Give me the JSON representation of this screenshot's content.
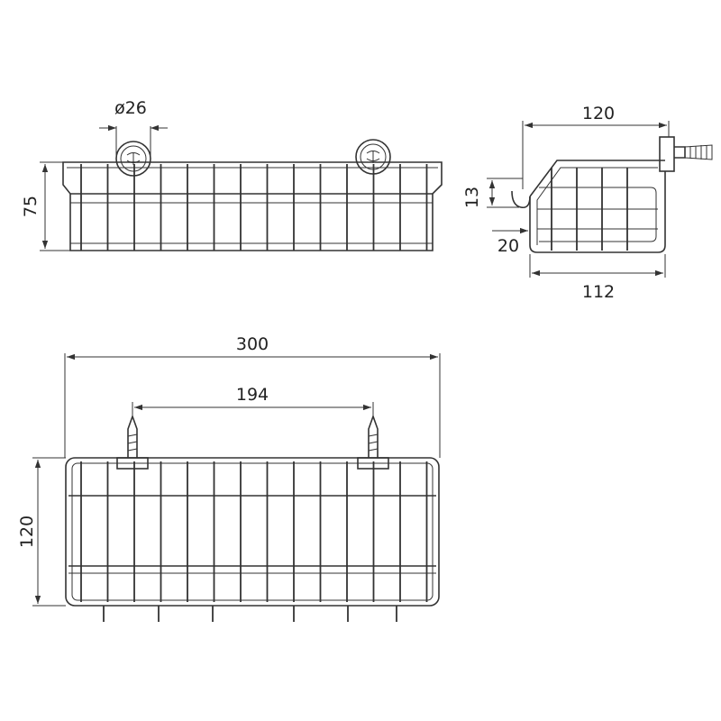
{
  "views": {
    "front": {
      "height_label": "75",
      "diameter_label": "ø26"
    },
    "side": {
      "depth_top_label": "120",
      "hook_label": "13",
      "lip_label": "20",
      "depth_bottom_label": "112"
    },
    "top": {
      "width_label": "300",
      "spacing_label": "194",
      "depth_label": "120"
    }
  },
  "colors": {
    "ink": "#333333",
    "text": "#222222"
  },
  "icons": {
    "suction_cup": "suction-cup-icon",
    "screw_plug": "wall-plug-icon"
  }
}
